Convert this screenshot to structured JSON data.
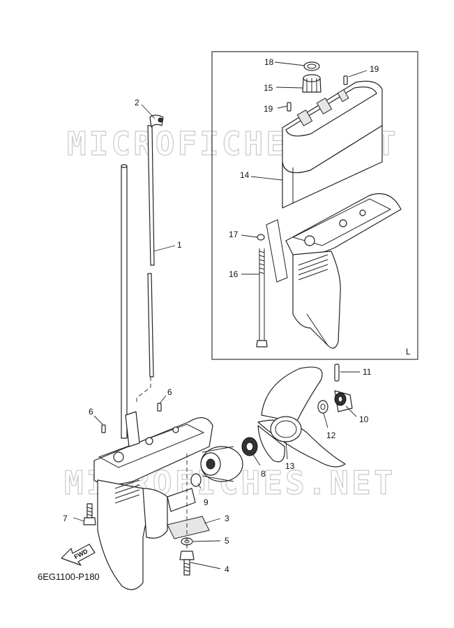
{
  "watermark": "MICROFICHES.NET",
  "diagram_code": "6EG1100-P180",
  "fwd_label": "FWD",
  "inset_label": "L",
  "callouts": {
    "c1": "1",
    "c2": "2",
    "c3": "3",
    "c4": "4",
    "c5": "5",
    "c6a": "6",
    "c6b": "6",
    "c7": "7",
    "c8": "8",
    "c9": "9",
    "c10": "10",
    "c11": "11",
    "c12": "12",
    "c13": "13",
    "c14": "14",
    "c15": "15",
    "c16": "16",
    "c17": "17",
    "c18": "18",
    "c19a": "19",
    "c19b": "19"
  }
}
